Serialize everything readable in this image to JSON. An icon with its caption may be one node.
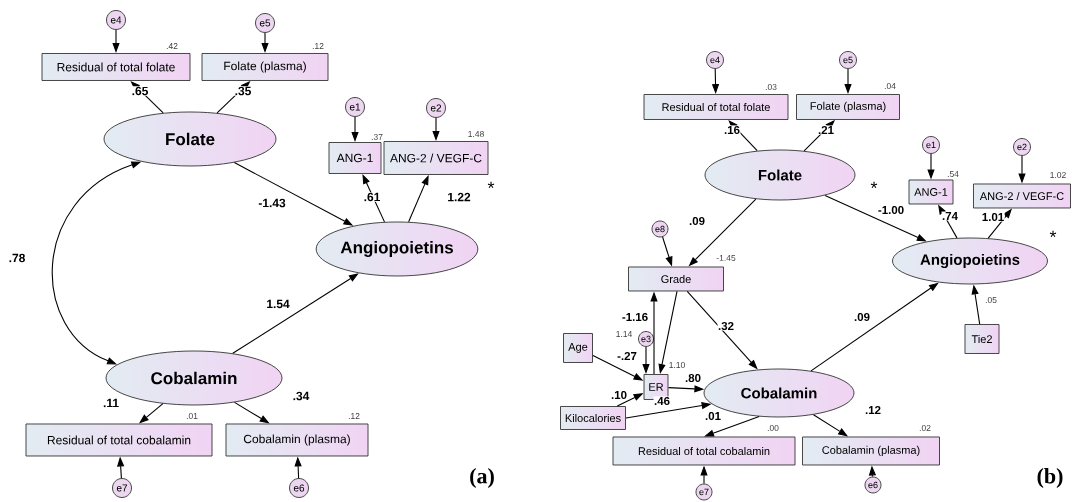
{
  "diagram": {
    "nodes": [
      {
        "text": [
          "Residual of total folate"
        ],
        "beside": [
          ".42"
        ]
      },
      {
        "text": [
          "Folate (plasma)"
        ],
        "beside": [
          ".12"
        ]
      },
      {
        "text": [
          "e4"
        ]
      },
      {
        "text": [
          "e5"
        ]
      },
      {
        "text": [
          "Folate"
        ]
      },
      {
        "text": [
          "ANG-1"
        ],
        "beside": [
          ".37"
        ]
      },
      {
        "text": [
          "ANG-2 / VEGF-C"
        ],
        "beside": [
          "1.48"
        ]
      },
      {
        "text": [
          "e1"
        ]
      },
      {
        "text": [
          "e2"
        ]
      },
      {
        "text": [
          "Angiopoietins"
        ]
      },
      {
        "text": [
          "Cobalamin"
        ]
      },
      {
        "text": [
          "Residual of total cobalamin"
        ],
        "beside": [
          ".01"
        ]
      },
      {
        "text": [
          "Cobalamin (plasma)"
        ],
        "beside": [
          ".12"
        ]
      },
      {
        "text": [
          "e7"
        ]
      },
      {
        "text": [
          "e6"
        ]
      },
      {
        "text": [
          "Residual of total folate"
        ],
        "beside": [
          ".03"
        ]
      },
      {
        "text": [
          "Folate (plasma)"
        ],
        "beside": [
          ".04"
        ]
      },
      {
        "text": [
          "e4"
        ]
      },
      {
        "text": [
          "e5"
        ]
      },
      {
        "text": [
          "Folate"
        ]
      },
      {
        "text": [
          "ANG-1"
        ],
        "beside": [
          ".54"
        ]
      },
      {
        "text": [
          "ANG-2 / VEGF-C"
        ],
        "beside": [
          "1.02"
        ]
      },
      {
        "text": [
          "e1"
        ]
      },
      {
        "text": [
          "e2"
        ]
      },
      {
        "text": [
          "Angiopoietins"
        ],
        "beside": [
          ".05"
        ]
      },
      {
        "text": [
          "Tie2"
        ]
      },
      {
        "text": [
          "e8"
        ]
      },
      {
        "text": [
          "Grade"
        ],
        "beside": [
          "-1.45"
        ]
      },
      {
        "text": [
          "Age"
        ]
      },
      {
        "text": [
          "e3"
        ],
        "beside": [
          "1.14"
        ]
      },
      {
        "text": [
          "ER"
        ],
        "beside": [
          "1.10"
        ]
      },
      {
        "text": [
          "Kilocalories"
        ]
      },
      {
        "text": [
          "Cobalamin"
        ]
      },
      {
        "text": [
          "Residual of total cobalamin"
        ],
        "beside": [
          ".00"
        ]
      },
      {
        "text": [
          "Cobalamin (plasma)"
        ],
        "beside": [
          ".02"
        ]
      },
      {
        "text": [
          "e7"
        ]
      },
      {
        "text": [
          "e6"
        ]
      }
    ],
    "edges": [
      {
        "from": 2,
        "to": 0,
        "arrow": "to"
      },
      {
        "from": 3,
        "to": 1,
        "arrow": "to"
      },
      {
        "from": 4,
        "to": 0,
        "arrow": "to",
        "label": ".65"
      },
      {
        "from": 4,
        "to": 1,
        "arrow": "to",
        "label": ".35"
      },
      {
        "from": 7,
        "to": 5,
        "arrow": "to"
      },
      {
        "from": 8,
        "to": 6,
        "arrow": "to"
      },
      {
        "from": 9,
        "to": 5,
        "arrow": "to",
        "label": ".61"
      },
      {
        "from": 9,
        "to": 6,
        "arrow": "to",
        "label": "1.22"
      },
      {
        "from": 4,
        "to": 9,
        "arrow": "to",
        "label": "-1.43"
      },
      {
        "from": 10,
        "to": 9,
        "arrow": "to",
        "label": "1.54"
      },
      {
        "from": 4,
        "to": 10,
        "arrow": "both",
        "label": ".78"
      },
      {
        "from": 10,
        "to": 11,
        "arrow": "to",
        "label": ".11"
      },
      {
        "from": 10,
        "to": 12,
        "arrow": "to",
        "label": ".34"
      },
      {
        "from": 13,
        "to": 11,
        "arrow": "to"
      },
      {
        "from": 14,
        "to": 12,
        "arrow": "to"
      },
      {
        "from": 17,
        "to": 15,
        "arrow": "to"
      },
      {
        "from": 18,
        "to": 16,
        "arrow": "to"
      },
      {
        "from": 19,
        "to": 15,
        "arrow": "to",
        "label": ".16"
      },
      {
        "from": 19,
        "to": 16,
        "arrow": "to",
        "label": ".21"
      },
      {
        "from": 22,
        "to": 20,
        "arrow": "to"
      },
      {
        "from": 23,
        "to": 21,
        "arrow": "to"
      },
      {
        "from": 24,
        "to": 20,
        "arrow": "to",
        "label": ".74"
      },
      {
        "from": 24,
        "to": 21,
        "arrow": "to",
        "label": "1.01"
      },
      {
        "from": 19,
        "to": 24,
        "arrow": "to",
        "label": "-1.00"
      },
      {
        "from": 25,
        "to": 24,
        "arrow": "to"
      },
      {
        "from": 19,
        "to": 27,
        "arrow": "to",
        "label": ".09"
      },
      {
        "from": 26,
        "to": 27,
        "arrow": "to"
      },
      {
        "from": 27,
        "to": 32,
        "arrow": "to",
        "label": ".32"
      },
      {
        "from": 30,
        "to": 27,
        "arrow": "to",
        "label": "-1.16"
      },
      {
        "from": 27,
        "to": 30,
        "arrow": "to"
      },
      {
        "from": 29,
        "to": 30,
        "arrow": "to"
      },
      {
        "from": 28,
        "to": 30,
        "arrow": "to",
        "label": "-.27"
      },
      {
        "from": 31,
        "to": 30,
        "arrow": "to",
        "label": ".10"
      },
      {
        "from": 30,
        "to": 32,
        "arrow": "to",
        "label": ".80"
      },
      {
        "from": 31,
        "to": 32,
        "arrow": "to",
        "label": ".46"
      },
      {
        "from": 32,
        "to": 24,
        "arrow": "to",
        "label": ".09"
      },
      {
        "from": 32,
        "to": 33,
        "arrow": "to",
        "label": ".01"
      },
      {
        "from": 32,
        "to": 34,
        "arrow": "to",
        "label": ".12"
      },
      {
        "from": 35,
        "to": 33,
        "arrow": "to"
      },
      {
        "from": 36,
        "to": 34,
        "arrow": "to"
      }
    ],
    "labels": [
      "*",
      "(a)",
      "*",
      "*",
      "(b)"
    ]
  }
}
